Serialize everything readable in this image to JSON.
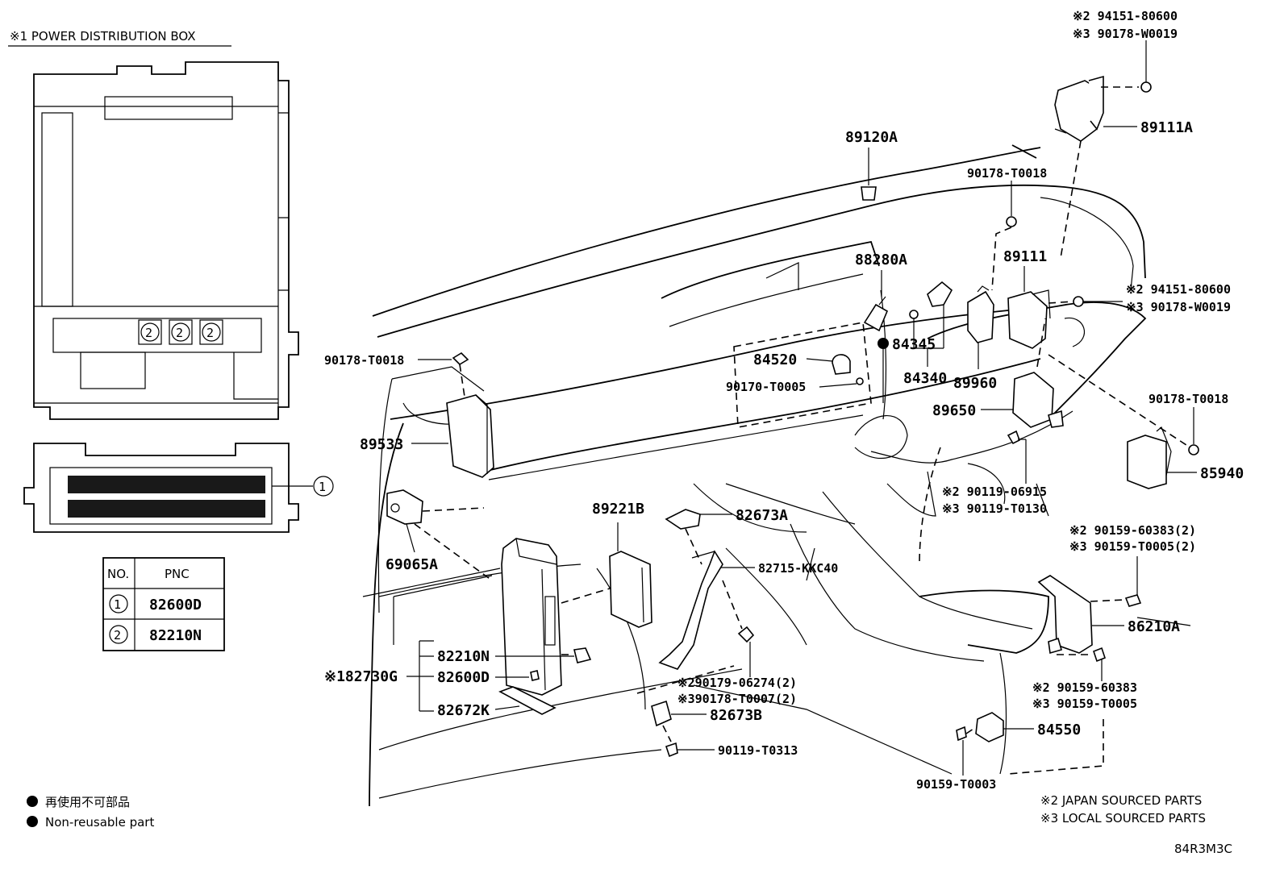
{
  "inset": {
    "title": "※1 POWER DISTRIBUTION BOX",
    "callout_1": "1",
    "callout_2": "2",
    "table": {
      "headers": [
        "NO.",
        "PNC"
      ],
      "rows": [
        {
          "no": "1",
          "pnc": "82600D"
        },
        {
          "no": "2",
          "pnc": "82210N"
        }
      ]
    }
  },
  "legend": {
    "jp": "再使用不可部品",
    "en": "Non-reusable part"
  },
  "sourcing": {
    "line2": "※2 JAPAN SOURCED PARTS",
    "line3": "※3 LOCAL SOURCED PARTS"
  },
  "figure_code": "84R3M3C",
  "labels": {
    "p89120A": "89120A",
    "p89111A": "89111A",
    "top_right_2": "※2 94151-80600",
    "top_right_3": "※3 90178-W0019",
    "p90178_T0018_top": "90178-T0018",
    "p88280A": "88280A",
    "p89111": "89111",
    "mid_right_2": "※2 94151-80600",
    "mid_right_3": "※3 90178-W0019",
    "p90178_T0018_left": "90178-T0018",
    "p84520": "84520",
    "p84345": "84345",
    "p84340": "84340",
    "p89960": "89960",
    "p90170_T0005": "90170-T0005",
    "p89650": "89650",
    "p90178_T0018_right": "90178-T0018",
    "p89533": "89533",
    "p85940": "85940",
    "bolt_2": "※2 90119-06915",
    "bolt_3": "※3 90119-T0130",
    "p89221B": "89221B",
    "p82673A": "82673A",
    "p69065A": "69065A",
    "p82715_KKC40": "82715-KKC40",
    "bolt86_2": "※2 90159-60383(2)",
    "bolt86_3": "※3 90159-T0005(2)",
    "p86210A": "86210A",
    "p82210N": "82210N",
    "p82730G": "※182730G",
    "p82600D": "82600D",
    "p82672K": "82672K",
    "clip_2": "※290179-06274(2)",
    "clip_3": "※390178-T0007(2)",
    "p82673B": "82673B",
    "p90119_T0313": "90119-T0313",
    "low_bolt_2": "※2 90159-60383",
    "low_bolt_3": "※3 90159-T0005",
    "p84550": "84550",
    "p90159_T0003": "90159-T0003"
  }
}
